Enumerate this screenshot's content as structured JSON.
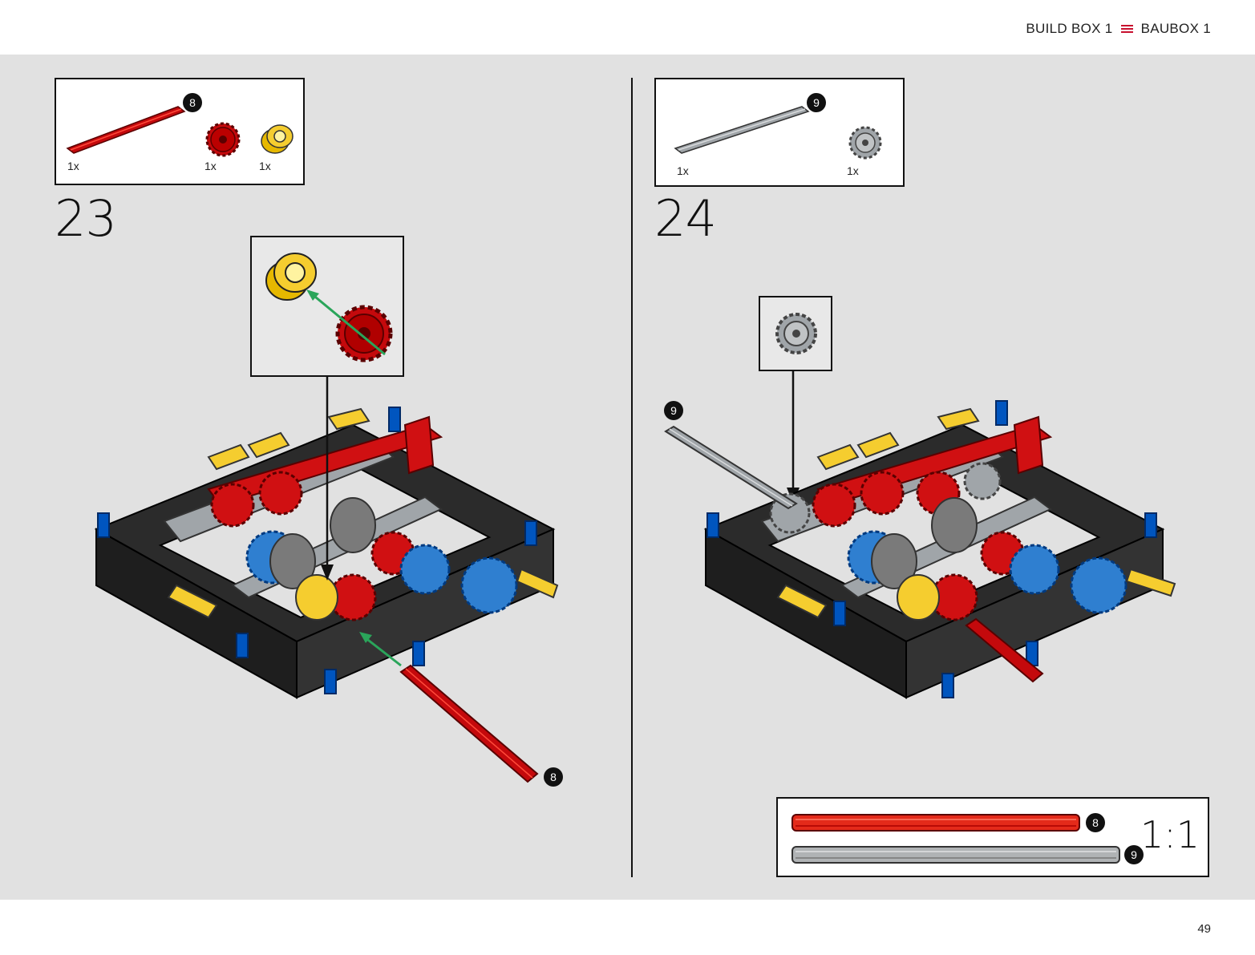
{
  "header": {
    "title_en": "BUILD BOX 1",
    "title_de": "BAUBOX 1",
    "icon": "menu-icon"
  },
  "page_number": "49",
  "colors": {
    "brand_red": "#c8102e",
    "axle_red": "#d01012",
    "axle_grey": "#a0a5a9",
    "yellow": "#f5cd2f",
    "blue": "#0055bf",
    "dark_frame": "#2b2b2b",
    "background": "#e1e1e1"
  },
  "steps": [
    {
      "number": "23",
      "parts": [
        {
          "qty": "1x",
          "part": "red-axle-8",
          "icon": "red-axle-icon"
        },
        {
          "qty": "1x",
          "part": "red-gear",
          "icon": "red-gear-icon"
        },
        {
          "qty": "1x",
          "part": "yellow-bush",
          "icon": "yellow-bush-icon"
        }
      ],
      "parts_badge": "8",
      "axle_badge": "8"
    },
    {
      "number": "24",
      "parts": [
        {
          "qty": "1x",
          "part": "grey-axle-9",
          "icon": "grey-axle-icon"
        },
        {
          "qty": "1x",
          "part": "grey-gear",
          "icon": "grey-gear-icon"
        }
      ],
      "parts_badge": "9",
      "axle_badge": "9"
    }
  ],
  "scale": {
    "label": "1:1",
    "axles": [
      {
        "badge": "8",
        "color": "red"
      },
      {
        "badge": "9",
        "color": "grey"
      }
    ]
  }
}
